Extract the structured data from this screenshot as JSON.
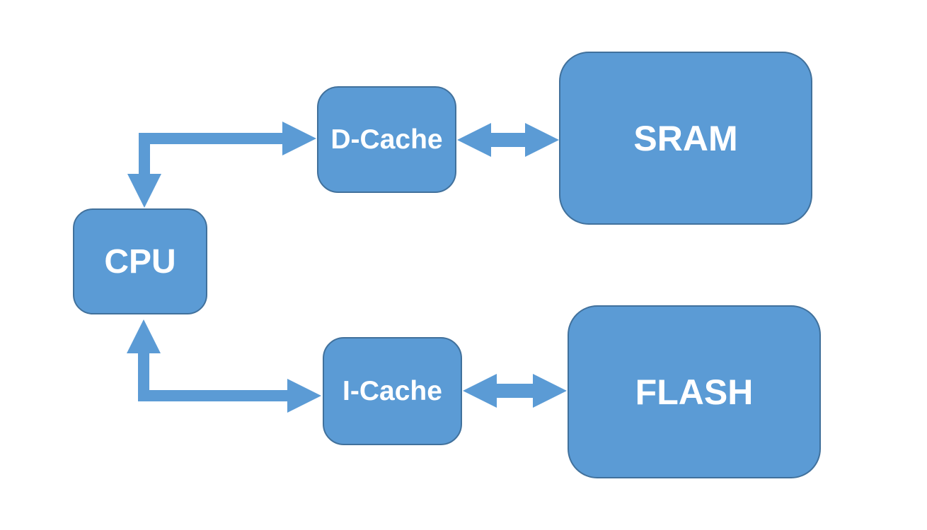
{
  "diagram": {
    "type": "block-diagram",
    "colors": {
      "background": "#ffffff",
      "node_fill": "#5b9bd5",
      "node_border": "#41719c",
      "label_color": "#ffffff"
    },
    "nodes": {
      "cpu": {
        "label": "CPU"
      },
      "dcache": {
        "label": "D-Cache"
      },
      "sram": {
        "label": "SRAM"
      },
      "icache": {
        "label": "I-Cache"
      },
      "flash": {
        "label": "FLASH"
      }
    },
    "edges": [
      {
        "from": "CPU",
        "to": "D-Cache",
        "style": "elbow",
        "direction": "bidirectional"
      },
      {
        "from": "D-Cache",
        "to": "SRAM",
        "style": "straight",
        "direction": "bidirectional"
      },
      {
        "from": "CPU",
        "to": "I-Cache",
        "style": "elbow",
        "direction": "bidirectional"
      },
      {
        "from": "I-Cache",
        "to": "FLASH",
        "style": "straight",
        "direction": "bidirectional"
      }
    ]
  }
}
